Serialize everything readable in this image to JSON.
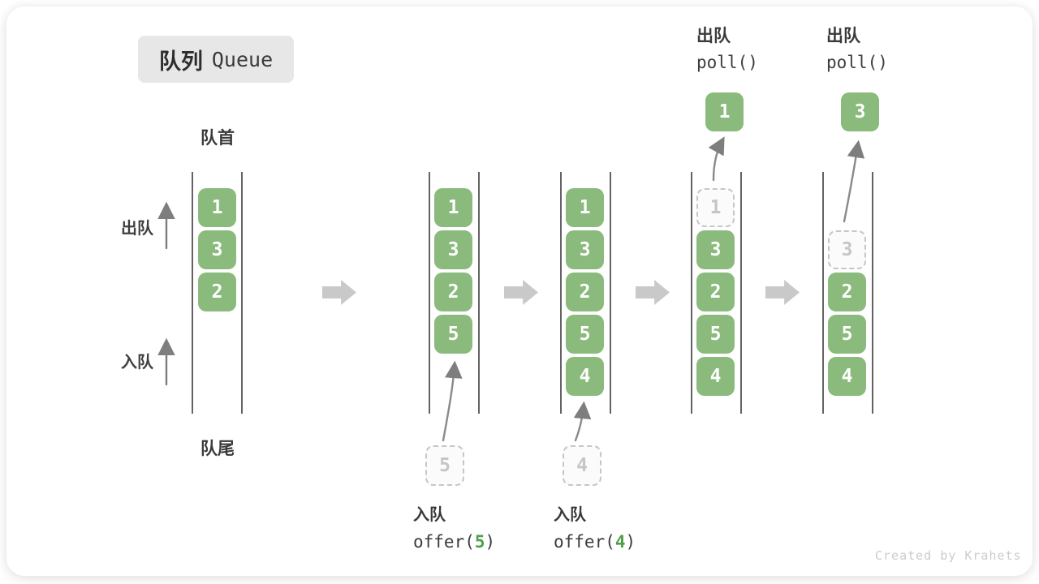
{
  "title": {
    "badge_zh": "队列",
    "badge_en": "Queue"
  },
  "labels": {
    "front": "队首",
    "rear": "队尾",
    "dequeue": "出队",
    "enqueue": "入队"
  },
  "watermark": "Created by Krahets",
  "colors": {
    "cell_green": "#8aba7c",
    "code_arg_green": "#4f9e4a",
    "dashed_gray": "#c6c6c6",
    "thin_arrow_gray": "#7e7e7e",
    "block_arrow_gray": "#c9c9c9",
    "badge_bg": "#e7e7e7",
    "text_dark": "#3c3c3c",
    "watermark_gray": "#cccccc"
  },
  "queues": [
    {
      "cells": [
        "1",
        "3",
        "2"
      ]
    },
    {
      "cells": [
        "1",
        "3",
        "2",
        "5"
      ],
      "pending": "5",
      "caption": {
        "zh": "入队",
        "fn": "offer(",
        "arg": "5",
        "close": ")"
      }
    },
    {
      "cells": [
        "1",
        "3",
        "2",
        "5",
        "4"
      ],
      "pending": "4",
      "caption": {
        "zh": "入队",
        "fn": "offer(",
        "arg": "4",
        "close": ")"
      }
    },
    {
      "removed": "1",
      "cells": [
        "3",
        "2",
        "5",
        "4"
      ],
      "polled": "1",
      "header": {
        "zh": "出队",
        "code": "poll()"
      }
    },
    {
      "removed": "3",
      "cells": [
        "2",
        "5",
        "4"
      ],
      "polled": "3",
      "header": {
        "zh": "出队",
        "code": "poll()"
      }
    }
  ]
}
